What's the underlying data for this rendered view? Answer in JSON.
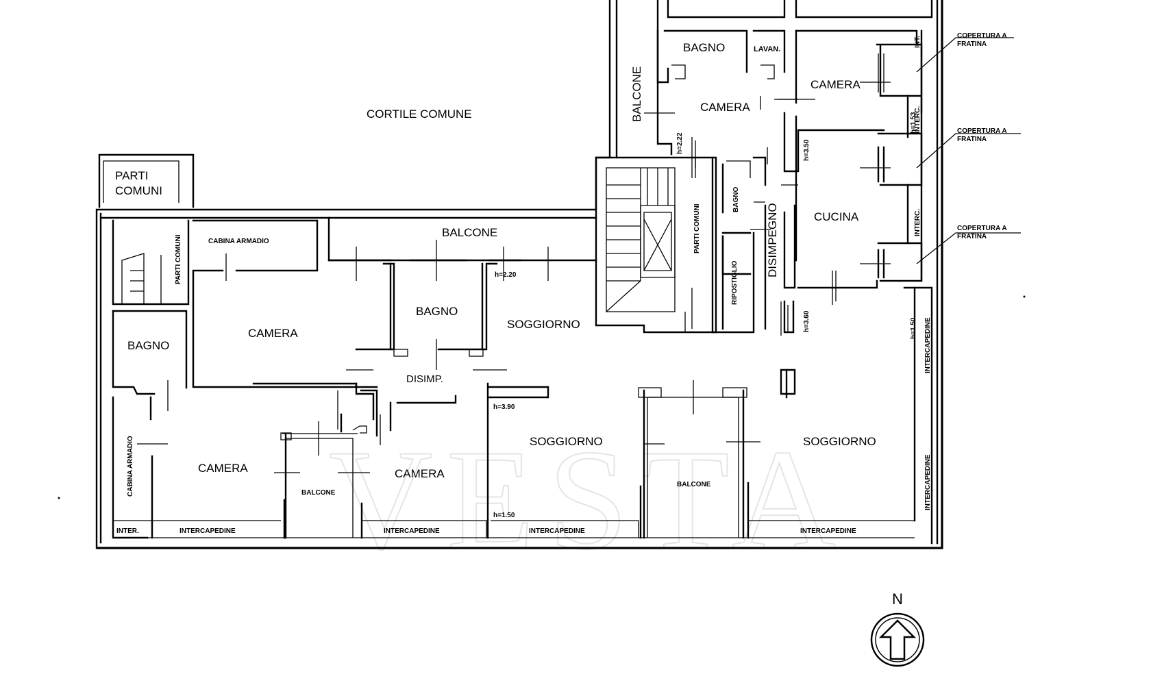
{
  "watermark": "VESTA",
  "compass": {
    "label": "N"
  },
  "rooms": {
    "cortile": "CORTILE COMUNE",
    "parti_comuni_1a": "PARTI",
    "parti_comuni_1b": "COMUNI",
    "parti_comuni_2": "PARTI COMUNI",
    "parti_comuni_3": "PARTI COMUNI",
    "cabina_armadio_1": "CABINA ARMADIO",
    "cabina_armadio_2": "CABINA ARMADIO",
    "balcone_top": "BALCONE",
    "balcone_vert": "BALCONE",
    "balcone_small_1": "BALCONE",
    "balcone_small_2": "BALCONE",
    "bagno_1": "BAGNO",
    "bagno_2": "BAGNO",
    "bagno_3": "BAGNO",
    "bagno_4": "BAGNO",
    "lavan": "LAVAN.",
    "camera_1": "CAMERA",
    "camera_2": "CAMERA",
    "camera_3": "CAMERA",
    "camera_4": "CAMERA",
    "camera_5": "CAMERA",
    "soggiorno_1": "SOGGIORNO",
    "soggiorno_2": "SOGGIORNO",
    "soggiorno_3": "SOGGIORNO",
    "disimp": "DISIMP.",
    "disimpegno": "DISIMPEGNO",
    "ripostiglio": "RIPOSTIGLIO",
    "cucina": "CUCINA",
    "inter_1": "INTER.",
    "inter_2": "INTERC.",
    "inter_3": "INTERC.",
    "int_top": "INT.",
    "intercapedine_1": "INTERCAPEDINE",
    "intercapedine_2": "INTERCAPEDINE",
    "intercapedine_3": "INTERCAPEDINE",
    "intercapedine_4": "INTERCAPEDINE",
    "intercapedine_v1": "INTERCAPEDINE",
    "intercapedine_v2": "INTERCAPEDINE",
    "copertura_1a": "COPERTURA A",
    "copertura_1b": "FRATINA",
    "copertura_2a": "COPERTURA A",
    "copertura_2b": "FRATINA",
    "copertura_3a": "COPERTURA A",
    "copertura_3b": "FRATINA"
  },
  "heights": {
    "h1": "h=2.20",
    "h2": "h=3.90",
    "h3": "h=1.50",
    "h4": "h=2.22",
    "h5": "h=3.50",
    "h6": "h=3.60",
    "h7": "h=1.53",
    "h8": "h=1.50"
  }
}
